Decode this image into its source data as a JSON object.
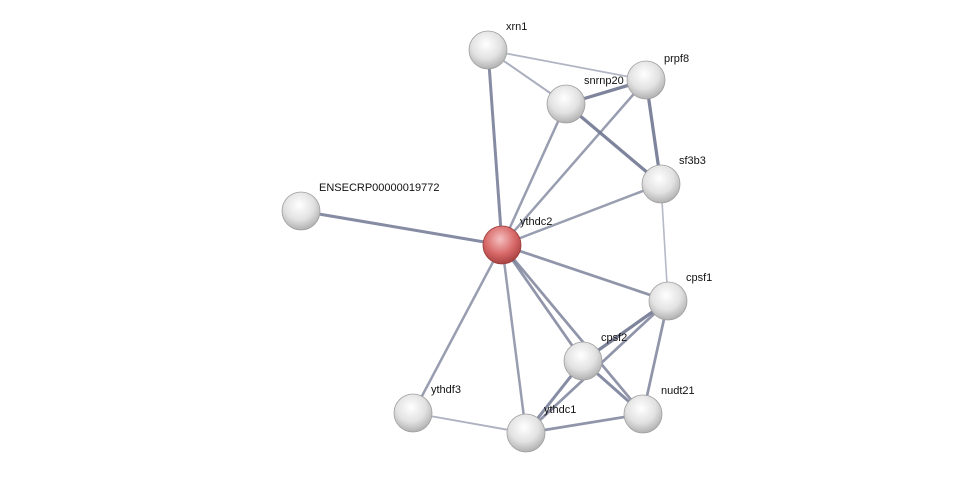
{
  "network": {
    "colors": {
      "query_node": "#d95f5f",
      "node": "#e6e6e6",
      "edge": "#6e7590"
    },
    "nodes": [
      {
        "id": "xrn1",
        "label": "xrn1",
        "query": false
      },
      {
        "id": "prpf8",
        "label": "prpf8",
        "query": false
      },
      {
        "id": "snrnp200",
        "label": "snrnp20",
        "query": false
      },
      {
        "id": "sf3b3",
        "label": "sf3b3",
        "query": false
      },
      {
        "id": "ensecrp",
        "label": "ENSECRP00000019772",
        "query": false
      },
      {
        "id": "ythdc2",
        "label": "ythdc2",
        "query": true
      },
      {
        "id": "cpsf1",
        "label": "cpsf1",
        "query": false
      },
      {
        "id": "cpsf2",
        "label": "cpsf2",
        "query": false
      },
      {
        "id": "ythdf3",
        "label": "ythdf3",
        "query": false
      },
      {
        "id": "nudt21",
        "label": "nudt21",
        "query": false
      },
      {
        "id": "ythdc1",
        "label": "ythdc1",
        "query": false
      }
    ],
    "edges": [
      {
        "from": "ythdc2",
        "to": "xrn1",
        "strength": 0.8
      },
      {
        "from": "ythdc2",
        "to": "snrnp200",
        "strength": 0.6
      },
      {
        "from": "ythdc2",
        "to": "prpf8",
        "strength": 0.6
      },
      {
        "from": "ythdc2",
        "to": "sf3b3",
        "strength": 0.6
      },
      {
        "from": "ythdc2",
        "to": "ensecrp",
        "strength": 0.8
      },
      {
        "from": "ythdc2",
        "to": "cpsf1",
        "strength": 0.7
      },
      {
        "from": "ythdc2",
        "to": "cpsf2",
        "strength": 0.7
      },
      {
        "from": "ythdc2",
        "to": "nudt21",
        "strength": 0.7
      },
      {
        "from": "ythdc2",
        "to": "ythdc1",
        "strength": 0.6
      },
      {
        "from": "ythdc2",
        "to": "ythdf3",
        "strength": 0.6
      },
      {
        "from": "xrn1",
        "to": "prpf8",
        "strength": 0.3
      },
      {
        "from": "xrn1",
        "to": "snrnp200",
        "strength": 0.4
      },
      {
        "from": "snrnp200",
        "to": "prpf8",
        "strength": 0.9
      },
      {
        "from": "snrnp200",
        "to": "sf3b3",
        "strength": 0.9
      },
      {
        "from": "prpf8",
        "to": "sf3b3",
        "strength": 0.9
      },
      {
        "from": "sf3b3",
        "to": "cpsf1",
        "strength": 0.25
      },
      {
        "from": "cpsf1",
        "to": "cpsf2",
        "strength": 0.9
      },
      {
        "from": "cpsf1",
        "to": "ythdc1",
        "strength": 0.7
      },
      {
        "from": "cpsf1",
        "to": "nudt21",
        "strength": 0.7
      },
      {
        "from": "cpsf2",
        "to": "ythdc1",
        "strength": 0.8
      },
      {
        "from": "cpsf2",
        "to": "nudt21",
        "strength": 0.8
      },
      {
        "from": "ythdc1",
        "to": "nudt21",
        "strength": 0.7
      },
      {
        "from": "ythdf3",
        "to": "ythdc1",
        "strength": 0.35
      }
    ]
  }
}
